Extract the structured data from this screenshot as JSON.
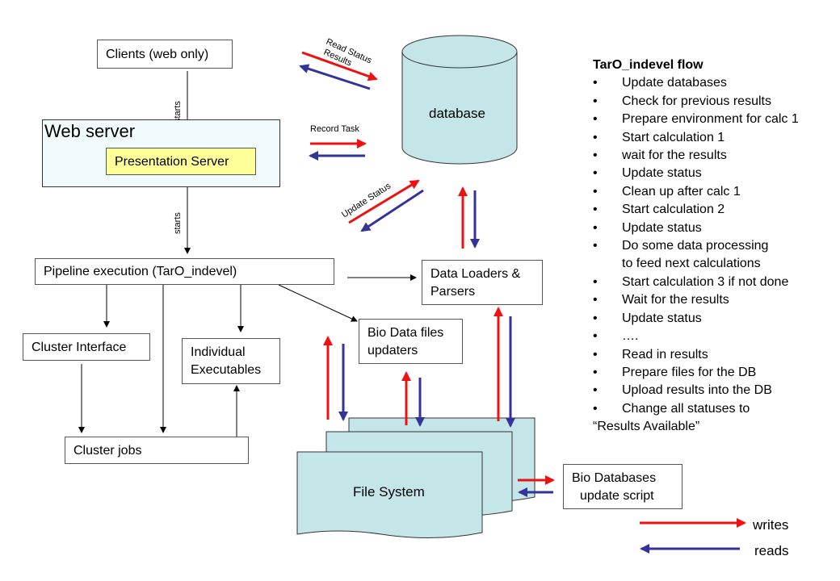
{
  "nodes": {
    "clients": "Clients (web only)",
    "web_server": "Web server",
    "presentation_server": "Presentation Server",
    "pipeline": "Pipeline execution (TarO_indevel)",
    "cluster_interface": "Cluster Interface",
    "individual_executables": [
      "Individual",
      "Executables"
    ],
    "cluster_jobs": "Cluster jobs",
    "bio_data_files": [
      "Bio Data files",
      "updaters"
    ],
    "data_loaders": [
      "Data Loaders &",
      "Parsers"
    ],
    "database": "database",
    "file_system": "File System",
    "bio_databases": [
      "Bio Databases",
      "update script"
    ]
  },
  "edge_labels": {
    "starts_1": "starts",
    "starts_2": "starts",
    "read_status": "Read Status",
    "results": "Results",
    "record_task": "Record Task",
    "update_status": "Update Status"
  },
  "legend": {
    "writes": "writes",
    "reads": "reads"
  },
  "flow": {
    "title": "TarO_indevel flow",
    "bullet": "•",
    "steps": [
      {
        "text": "Update databases"
      },
      {
        "text": "Check for previous results"
      },
      {
        "text": "Prepare environment for calc 1"
      },
      {
        "text": "Start calculation 1"
      },
      {
        "text": "wait for the results"
      },
      {
        "text": "Update status"
      },
      {
        "text": "Clean up after calc 1"
      },
      {
        "text": "Start calculation 2"
      },
      {
        "text": "Update status"
      },
      {
        "text": "Do some data processing",
        "continuation": "to feed next calculations"
      },
      {
        "text": "Start calculation 3 if not done"
      },
      {
        "text": "Wait for the results"
      },
      {
        "text": "Update status"
      },
      {
        "text": "…."
      },
      {
        "text": "Read in results"
      },
      {
        "text": "Prepare files for the DB"
      },
      {
        "text": "Upload results into the DB"
      },
      {
        "text": "Change all statuses to"
      }
    ],
    "tail": "“Results Available”"
  },
  "colors": {
    "writes": "#ee1111",
    "reads": "#333399",
    "database_fill": "#c5e6e8",
    "web_server_fill": "#f1fbfd",
    "presentation_fill": "#ffff99",
    "file_system_fill": "#c5e6e8"
  }
}
